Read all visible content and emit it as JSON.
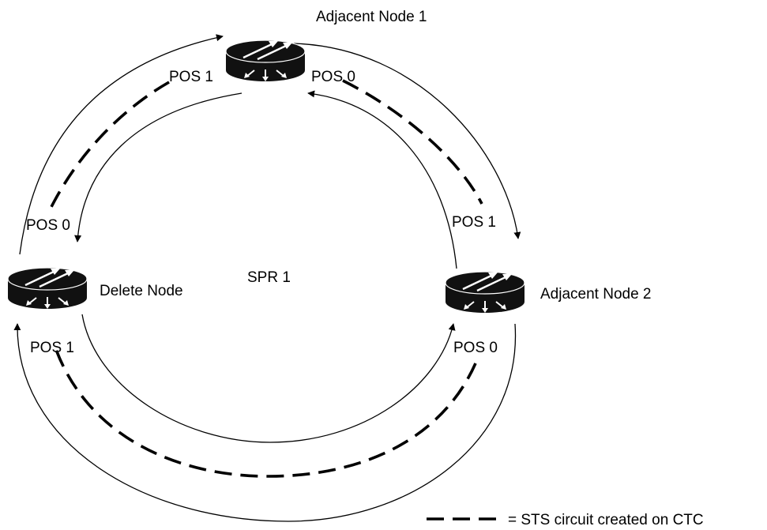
{
  "diagram": {
    "ring_label": "SPR 1",
    "nodes": {
      "adjacent1": {
        "name": "Adjacent Node 1",
        "port_left": "POS 1",
        "port_right": "POS 0"
      },
      "delete": {
        "name": "Delete Node",
        "port_top": "POS 0",
        "port_bottom": "POS 1"
      },
      "adjacent2": {
        "name": "Adjacent Node 2",
        "port_top": "POS 1",
        "port_bottom": "POS 0"
      }
    },
    "legend": {
      "text": "= STS circuit created on CTC"
    },
    "colors": {
      "router_body": "#111111",
      "router_highlight": "#ffffff",
      "line": "#000000"
    },
    "icons": [
      "router-icon",
      "arrowhead-icon"
    ]
  }
}
